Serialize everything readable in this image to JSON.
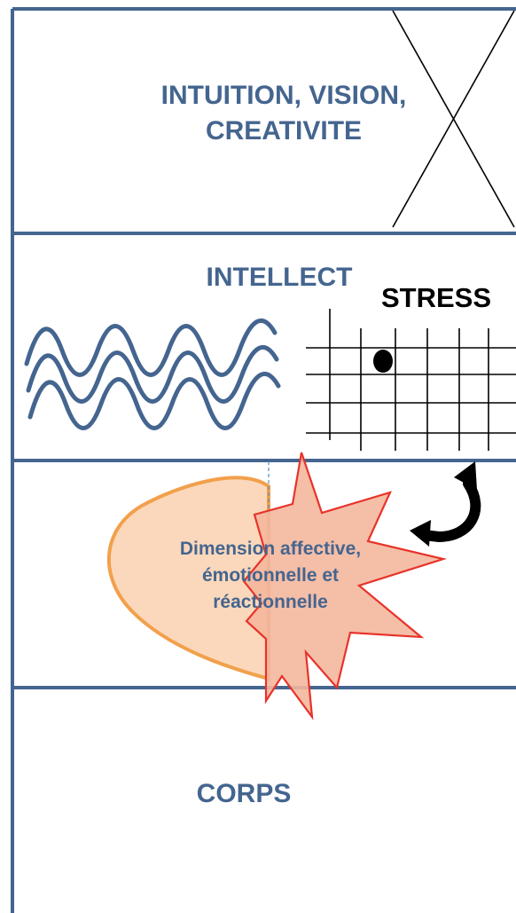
{
  "levels": {
    "intuition": {
      "text": "INTUITION, VISION,\nCREATIVITE"
    },
    "intellect": {
      "text": "INTELLECT"
    },
    "affective": {
      "text": "Dimension affective,\némotionnelle et\nréactionnelle"
    },
    "body": {
      "text": "CORPS"
    }
  },
  "stress": {
    "text": "STRESS"
  },
  "colors": {
    "frame_blue": "#44658f",
    "text_blue": "#44658f",
    "wave_blue": "#44658f",
    "heart_fill": "#fbd8bb",
    "heart_stroke": "#f2a04c",
    "burst_fill": "#f4b79d",
    "burst_stroke": "#e8332a",
    "line_black": "#000000"
  },
  "icons": [
    "cross-icon",
    "wave-icon",
    "grid-icon",
    "dot-icon",
    "curved-arrow-icon",
    "heart-icon",
    "explosion-icon"
  ]
}
